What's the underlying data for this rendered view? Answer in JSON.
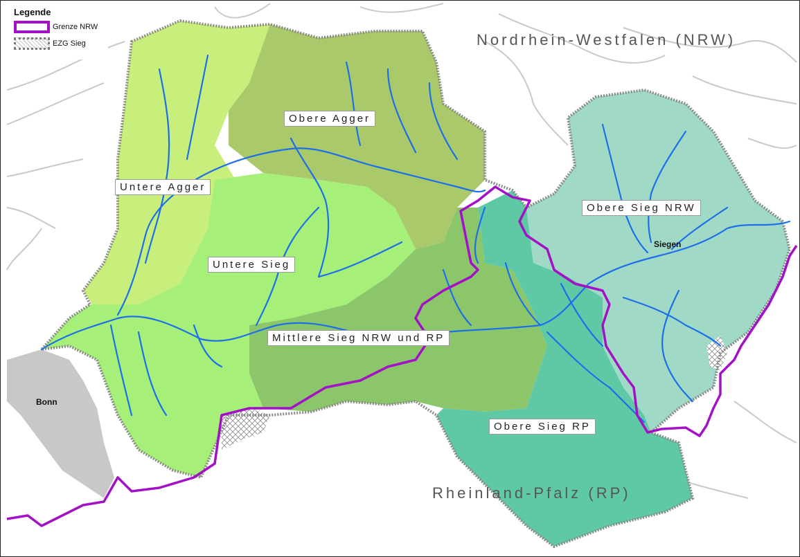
{
  "legend": {
    "title": "Legende",
    "items": [
      {
        "label": "Grenze NRW",
        "color": "#a311c6"
      },
      {
        "label": "EZG Sieg",
        "color": "#7a7a7a"
      }
    ]
  },
  "regions": {
    "nrw": "Nordrhein-Westfalen (NRW)",
    "rp": "Rheinland-Pfalz (RP)"
  },
  "subbasins": {
    "obere_agger": "Obere Agger",
    "untere_agger": "Untere Agger",
    "untere_sieg": "Untere Sieg",
    "mittlere_sieg": "Mittlere Sieg NRW und RP",
    "obere_sieg_nrw": "Obere Sieg NRW",
    "obere_sieg_rp": "Obere Sieg RP"
  },
  "cities": {
    "bonn": "Bonn",
    "siegen": "Siegen"
  },
  "colors": {
    "untere_agger": "#c8ee7c",
    "obere_agger": "#a9c96a",
    "untere_sieg": "#a6f07a",
    "mittlere_sieg": "#8cc66a",
    "obere_sieg_rp": "#5fc8a5",
    "obere_sieg_nrw": "#a0d9c6",
    "river": "#1c6fe8",
    "nrw_border": "#a311c6",
    "basin_border": "#8a8a8a",
    "urban": "#c8c8c8"
  }
}
